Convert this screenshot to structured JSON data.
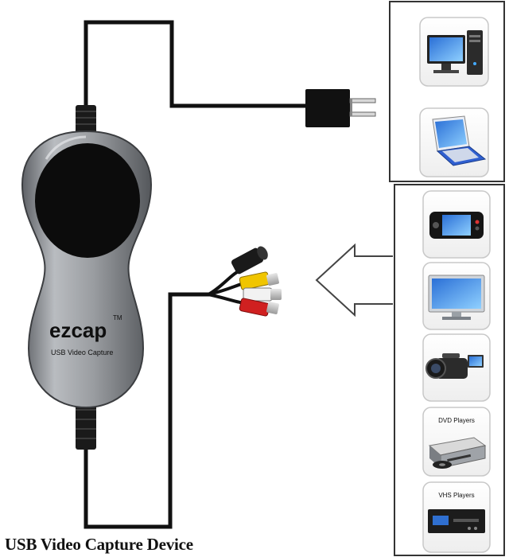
{
  "device": {
    "brand": "ezcap",
    "trademark": "TM",
    "model_label": "USB Video Capture"
  },
  "caption": "USB Video Capture Device",
  "usb_targets": [
    {
      "name": "desktop-computer"
    },
    {
      "name": "laptop"
    }
  ],
  "av_sources": [
    {
      "name": "portable-media-player",
      "label": ""
    },
    {
      "name": "television",
      "label": ""
    },
    {
      "name": "camcorder",
      "label": ""
    },
    {
      "name": "dvd-player",
      "label": "DVD Players"
    },
    {
      "name": "vhs-player",
      "label": "VHS Players"
    }
  ],
  "colors": {
    "cable": "#111111",
    "device_body": "#8e9297",
    "device_face": "#0c0c0c",
    "rca_yellow": "#f0c500",
    "rca_red": "#d02020",
    "rca_white": "#f2f2f2",
    "panel_border": "#333333"
  }
}
